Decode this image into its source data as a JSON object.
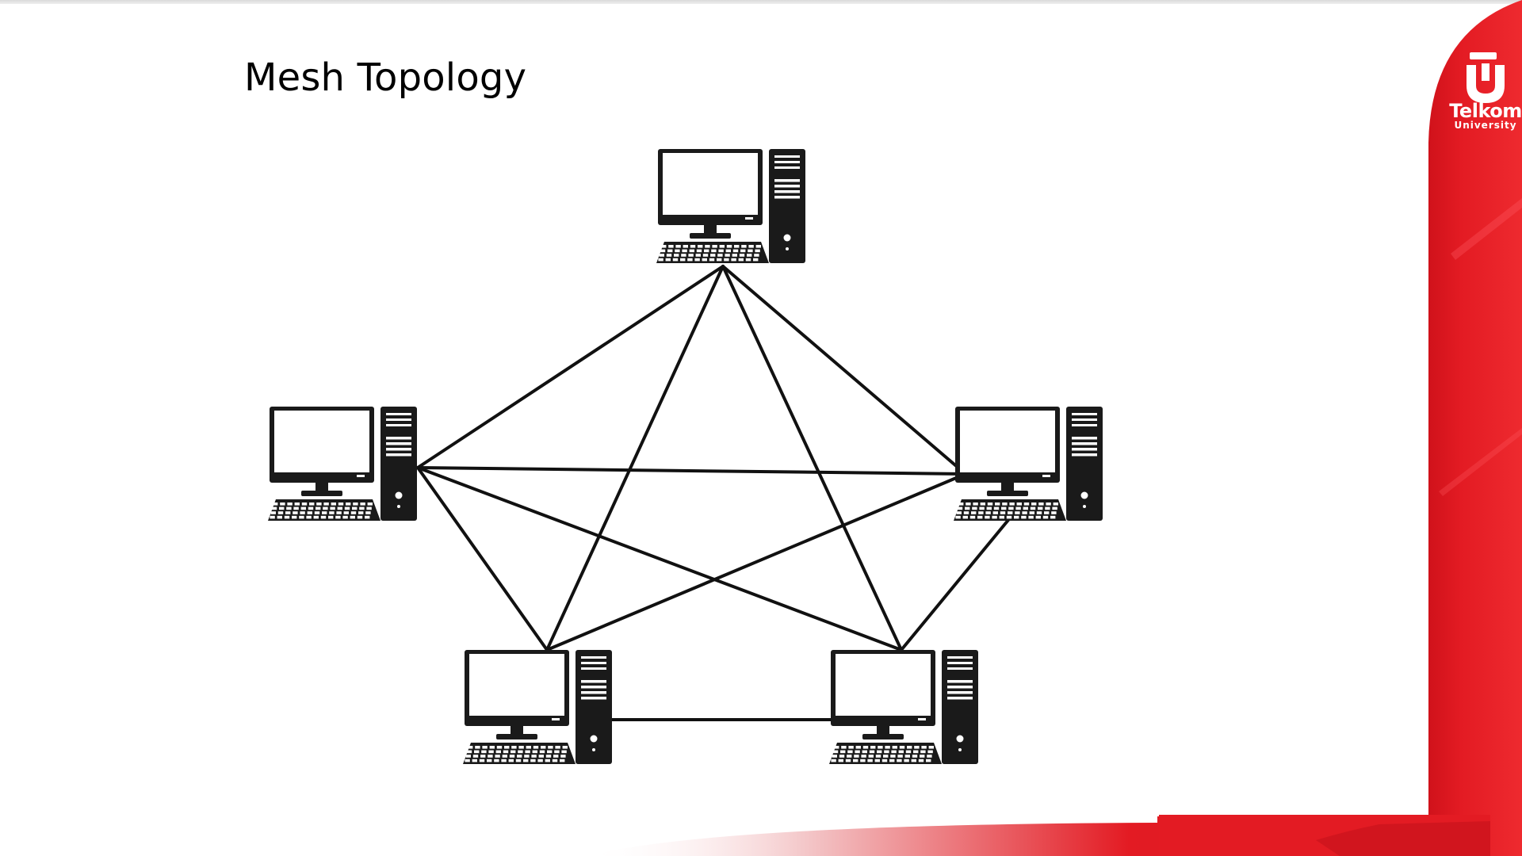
{
  "slide": {
    "title": "Mesh Topology"
  },
  "branding": {
    "logo_name": "Telkom",
    "logo_subtitle": "University",
    "accent_color": "#e31b23",
    "accent_dark": "#c4121a"
  },
  "diagram": {
    "type": "mesh-topology",
    "node_icon": "desktop-computer-icon",
    "line_color": "#111111",
    "nodes": [
      {
        "id": "top"
      },
      {
        "id": "left"
      },
      {
        "id": "right"
      },
      {
        "id": "bottom-left"
      },
      {
        "id": "bottom-right"
      }
    ],
    "links": [
      [
        "top",
        "left"
      ],
      [
        "top",
        "right"
      ],
      [
        "top",
        "bottom-left"
      ],
      [
        "top",
        "bottom-right"
      ],
      [
        "left",
        "right"
      ],
      [
        "left",
        "bottom-left"
      ],
      [
        "left",
        "bottom-right"
      ],
      [
        "right",
        "bottom-left"
      ],
      [
        "right",
        "bottom-right"
      ],
      [
        "bottom-left",
        "bottom-right"
      ]
    ]
  }
}
